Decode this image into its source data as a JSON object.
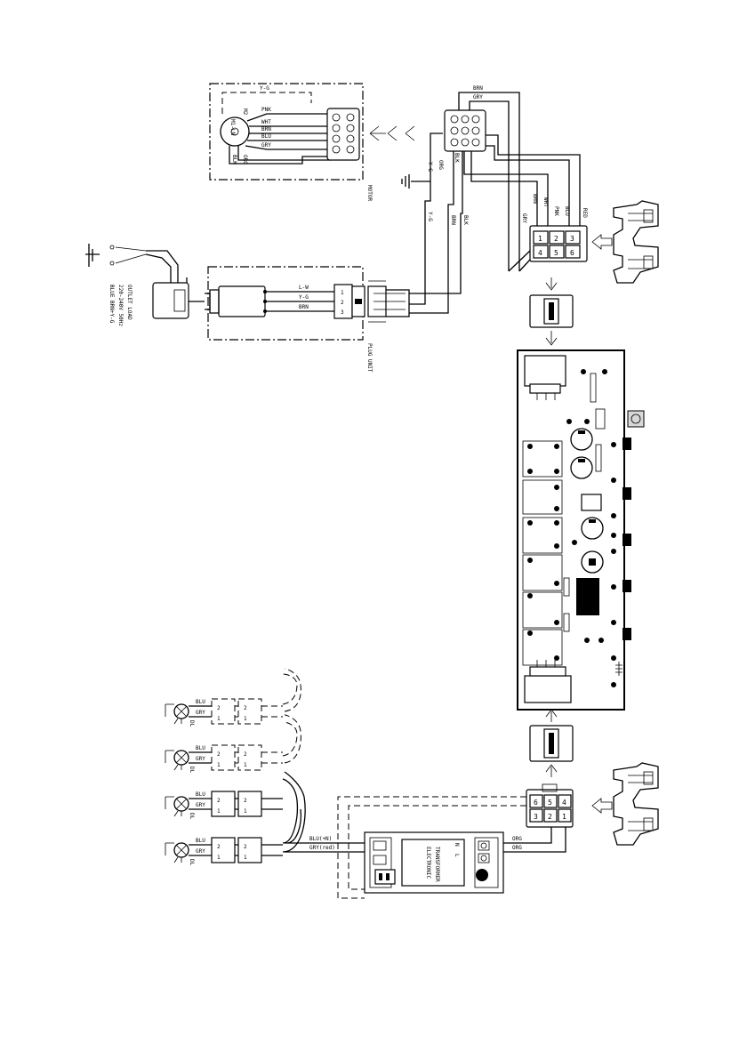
{
  "motor_unit": {
    "title": "MOTOR",
    "motor_label": "M1-LN",
    "motor_sub": "M2",
    "top_wire": "Y-G",
    "wires": [
      "PNK",
      "WHT",
      "BRN",
      "BLU",
      "GRY"
    ],
    "side_wires": [
      "BLK",
      "ORG"
    ]
  },
  "main_connector": {
    "wires_top": [
      "BRN",
      "GRY"
    ],
    "side_wires": [
      "Y-G",
      "ORG"
    ],
    "wire_blk": "BLK"
  },
  "plug_unit": {
    "title": "PLUG UNIT",
    "wires": [
      "L-W",
      "Y-G",
      "BRN"
    ],
    "pins": [
      "1",
      "2",
      "3"
    ],
    "lower_wires": [
      "Y-G",
      "BRN",
      "BLK"
    ],
    "plug_spec": [
      "BLUE BRN+Y-G",
      "220-240V 50Hz",
      "OUTLET LOAD"
    ]
  },
  "six_pin_upper": {
    "wires": [
      "BRN",
      "WHT",
      "PNK",
      "BLU",
      "GRY",
      "RED"
    ],
    "pins": [
      "1",
      "2",
      "3",
      "4",
      "5",
      "6"
    ]
  },
  "lamps": {
    "items": [
      {
        "wire1": "BLU",
        "wire2": "GRY",
        "tag": "DL"
      },
      {
        "wire1": "BLU",
        "wire2": "GRY",
        "tag": "DL"
      },
      {
        "wire1": "BLU",
        "wire2": "GRY",
        "tag": "DL"
      },
      {
        "wire1": "BLU",
        "wire2": "GRY",
        "tag": "DL"
      }
    ],
    "pins": [
      "1",
      "2"
    ]
  },
  "transformer": {
    "out_blu": "BLU(+N)",
    "out_gry": "GRY(red)",
    "in1": "ORG",
    "in2": "ORG",
    "body_line1": "ELECTRONIC",
    "body_line2": "TRANSFORMER",
    "mark_n": "N",
    "mark_l": "L"
  },
  "six_pin_lower": {
    "pins": [
      "6",
      "5",
      "4",
      "3",
      "2",
      "1"
    ]
  }
}
